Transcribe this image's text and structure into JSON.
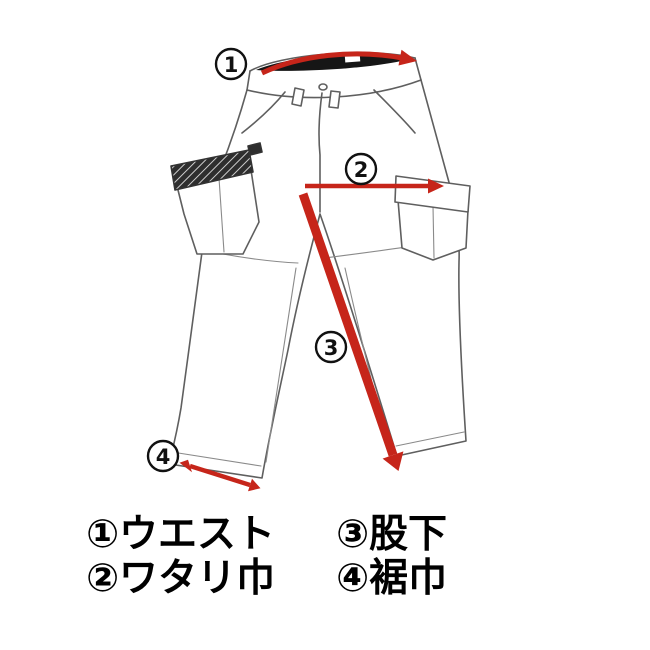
{
  "page": {
    "background": "#ffffff"
  },
  "colors": {
    "arrow": "#c6251a",
    "outline": "#5f5f5f",
    "waistband_interior": "#161616",
    "text": "#000000"
  },
  "markers": [
    {
      "digit": "1",
      "symbol": "①",
      "label": "ウエスト",
      "name": "waist"
    },
    {
      "digit": "2",
      "symbol": "②",
      "label": "ワタリ巾",
      "name": "thigh-width"
    },
    {
      "digit": "3",
      "symbol": "③",
      "label": "股下",
      "name": "inseam"
    },
    {
      "digit": "4",
      "symbol": "④",
      "label": "裾巾",
      "name": "hem-width"
    }
  ],
  "legend": {
    "rows": [
      {
        "left": "①ウエスト",
        "right": "③股下"
      },
      {
        "left": "②ワタリ巾",
        "right": "④裾巾"
      }
    ]
  }
}
